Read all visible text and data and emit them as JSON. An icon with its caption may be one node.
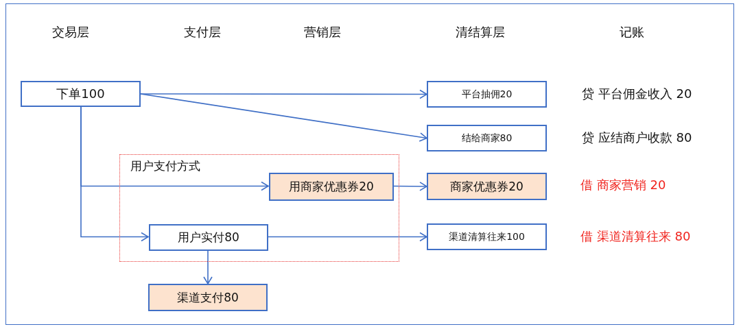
{
  "diagram": {
    "nodes": [
      {
        "text": [
          "下单100"
        ]
      },
      {
        "text": [
          "平台抽佣20"
        ]
      },
      {
        "text": [
          "结给商家80"
        ]
      },
      {
        "text": [
          "用户支付方式"
        ]
      },
      {
        "text": [
          "用商家优惠券20"
        ],
        "in": 3
      },
      {
        "text": [
          "商家优惠券20"
        ]
      },
      {
        "text": [
          "用户实付80"
        ],
        "in": 3
      },
      {
        "text": [
          "渠道清算往来100"
        ]
      },
      {
        "text": [
          "渠道支付80"
        ]
      }
    ],
    "edges": [
      {
        "from": 0,
        "to": 1,
        "arrow": "to"
      },
      {
        "from": 0,
        "to": 2,
        "arrow": "to"
      },
      {
        "from": 0,
        "to": 4,
        "arrow": "to"
      },
      {
        "from": 0,
        "to": 6,
        "arrow": "to"
      },
      {
        "from": 4,
        "to": 5,
        "arrow": "to"
      },
      {
        "from": 6,
        "to": 7,
        "arrow": "to"
      },
      {
        "from": 6,
        "to": 8,
        "arrow": "to"
      }
    ],
    "labels": [
      "交易层",
      "支付层",
      "营销层",
      "清结算层",
      "记账",
      "贷 平台佣金收入 20",
      "贷 应结商户收款 80",
      "借 商家营销 20",
      "借 渠道清算往来 80"
    ]
  }
}
